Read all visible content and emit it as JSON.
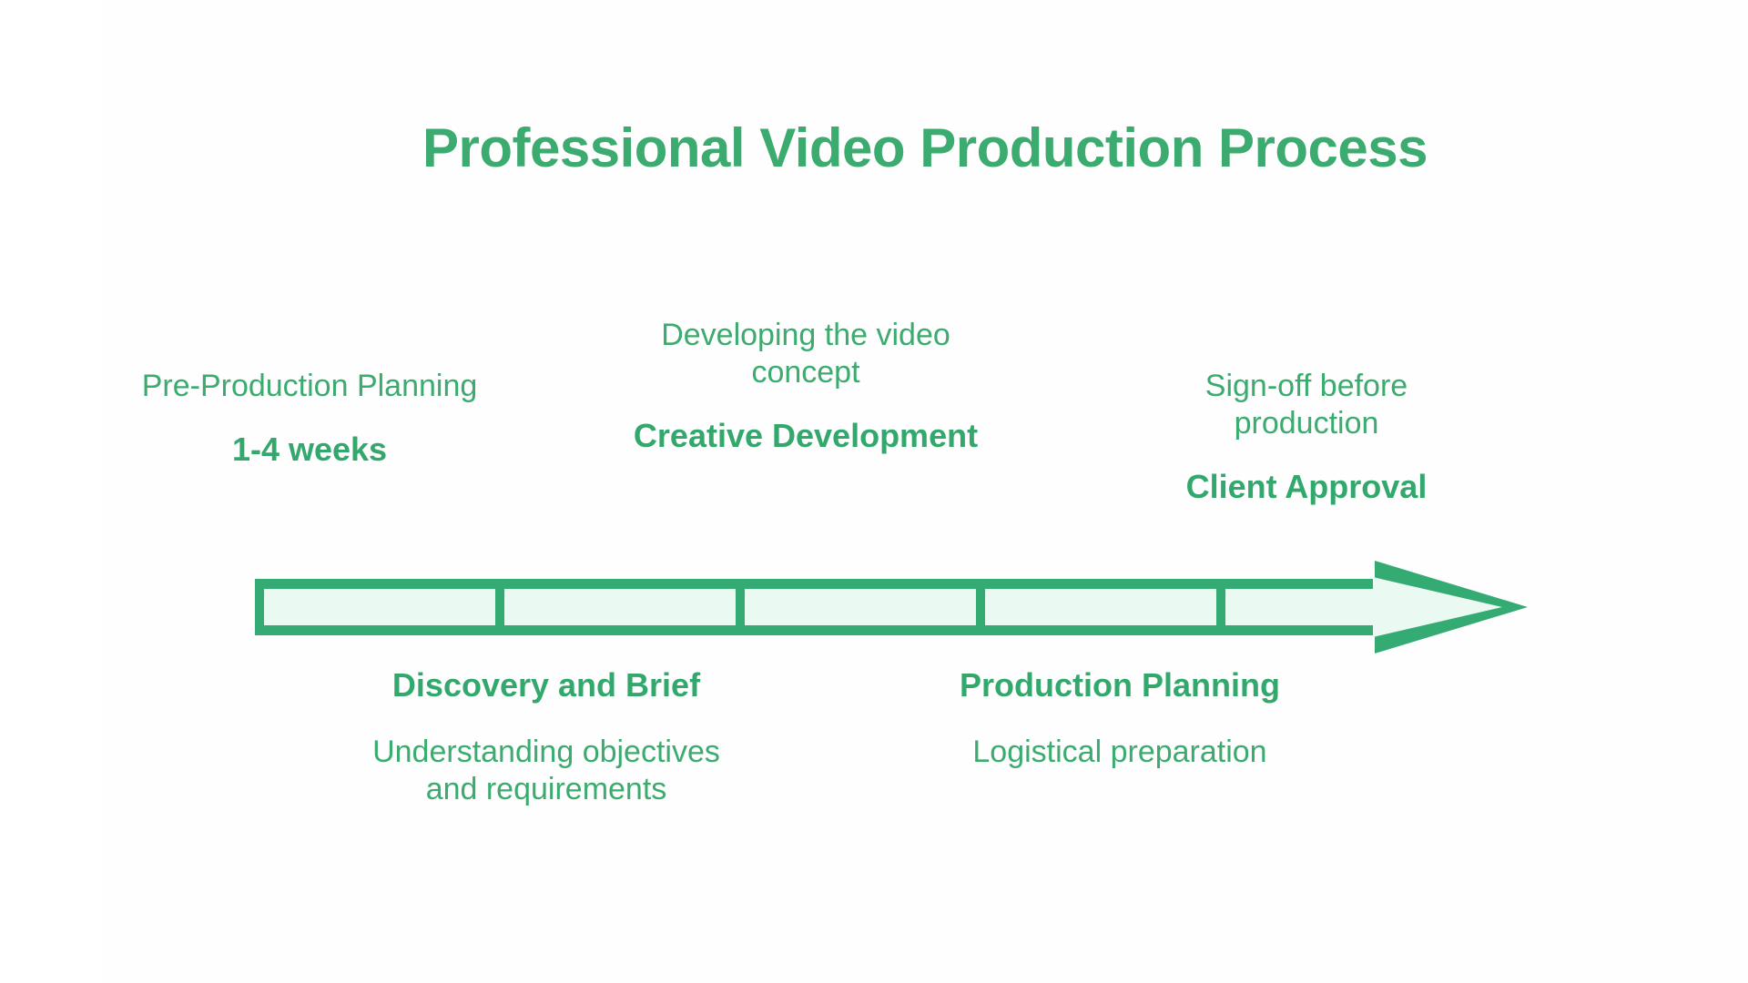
{
  "title": "Professional Video Production Process",
  "colors": {
    "accent_green": "#3CAB6F",
    "bar_green": "#35AB74",
    "segment_fill": "#EAF9F1",
    "background": "#FFFFFF"
  },
  "timeline": {
    "segment_count": 5,
    "arrowhead": "right-arrow",
    "steps": [
      {
        "id": "step-1",
        "position": "above",
        "name": "1-4 weeks",
        "description": "Pre-Production Planning"
      },
      {
        "id": "step-2",
        "position": "below",
        "name": "Discovery and Brief",
        "description": "Understanding objectives and requirements"
      },
      {
        "id": "step-3",
        "position": "above",
        "name": "Creative Development",
        "description": "Developing the video concept"
      },
      {
        "id": "step-4",
        "position": "below",
        "name": "Production Planning",
        "description": "Logistical preparation"
      },
      {
        "id": "step-5",
        "position": "above",
        "name": "Client Approval",
        "description": "Sign-off before production"
      }
    ]
  }
}
